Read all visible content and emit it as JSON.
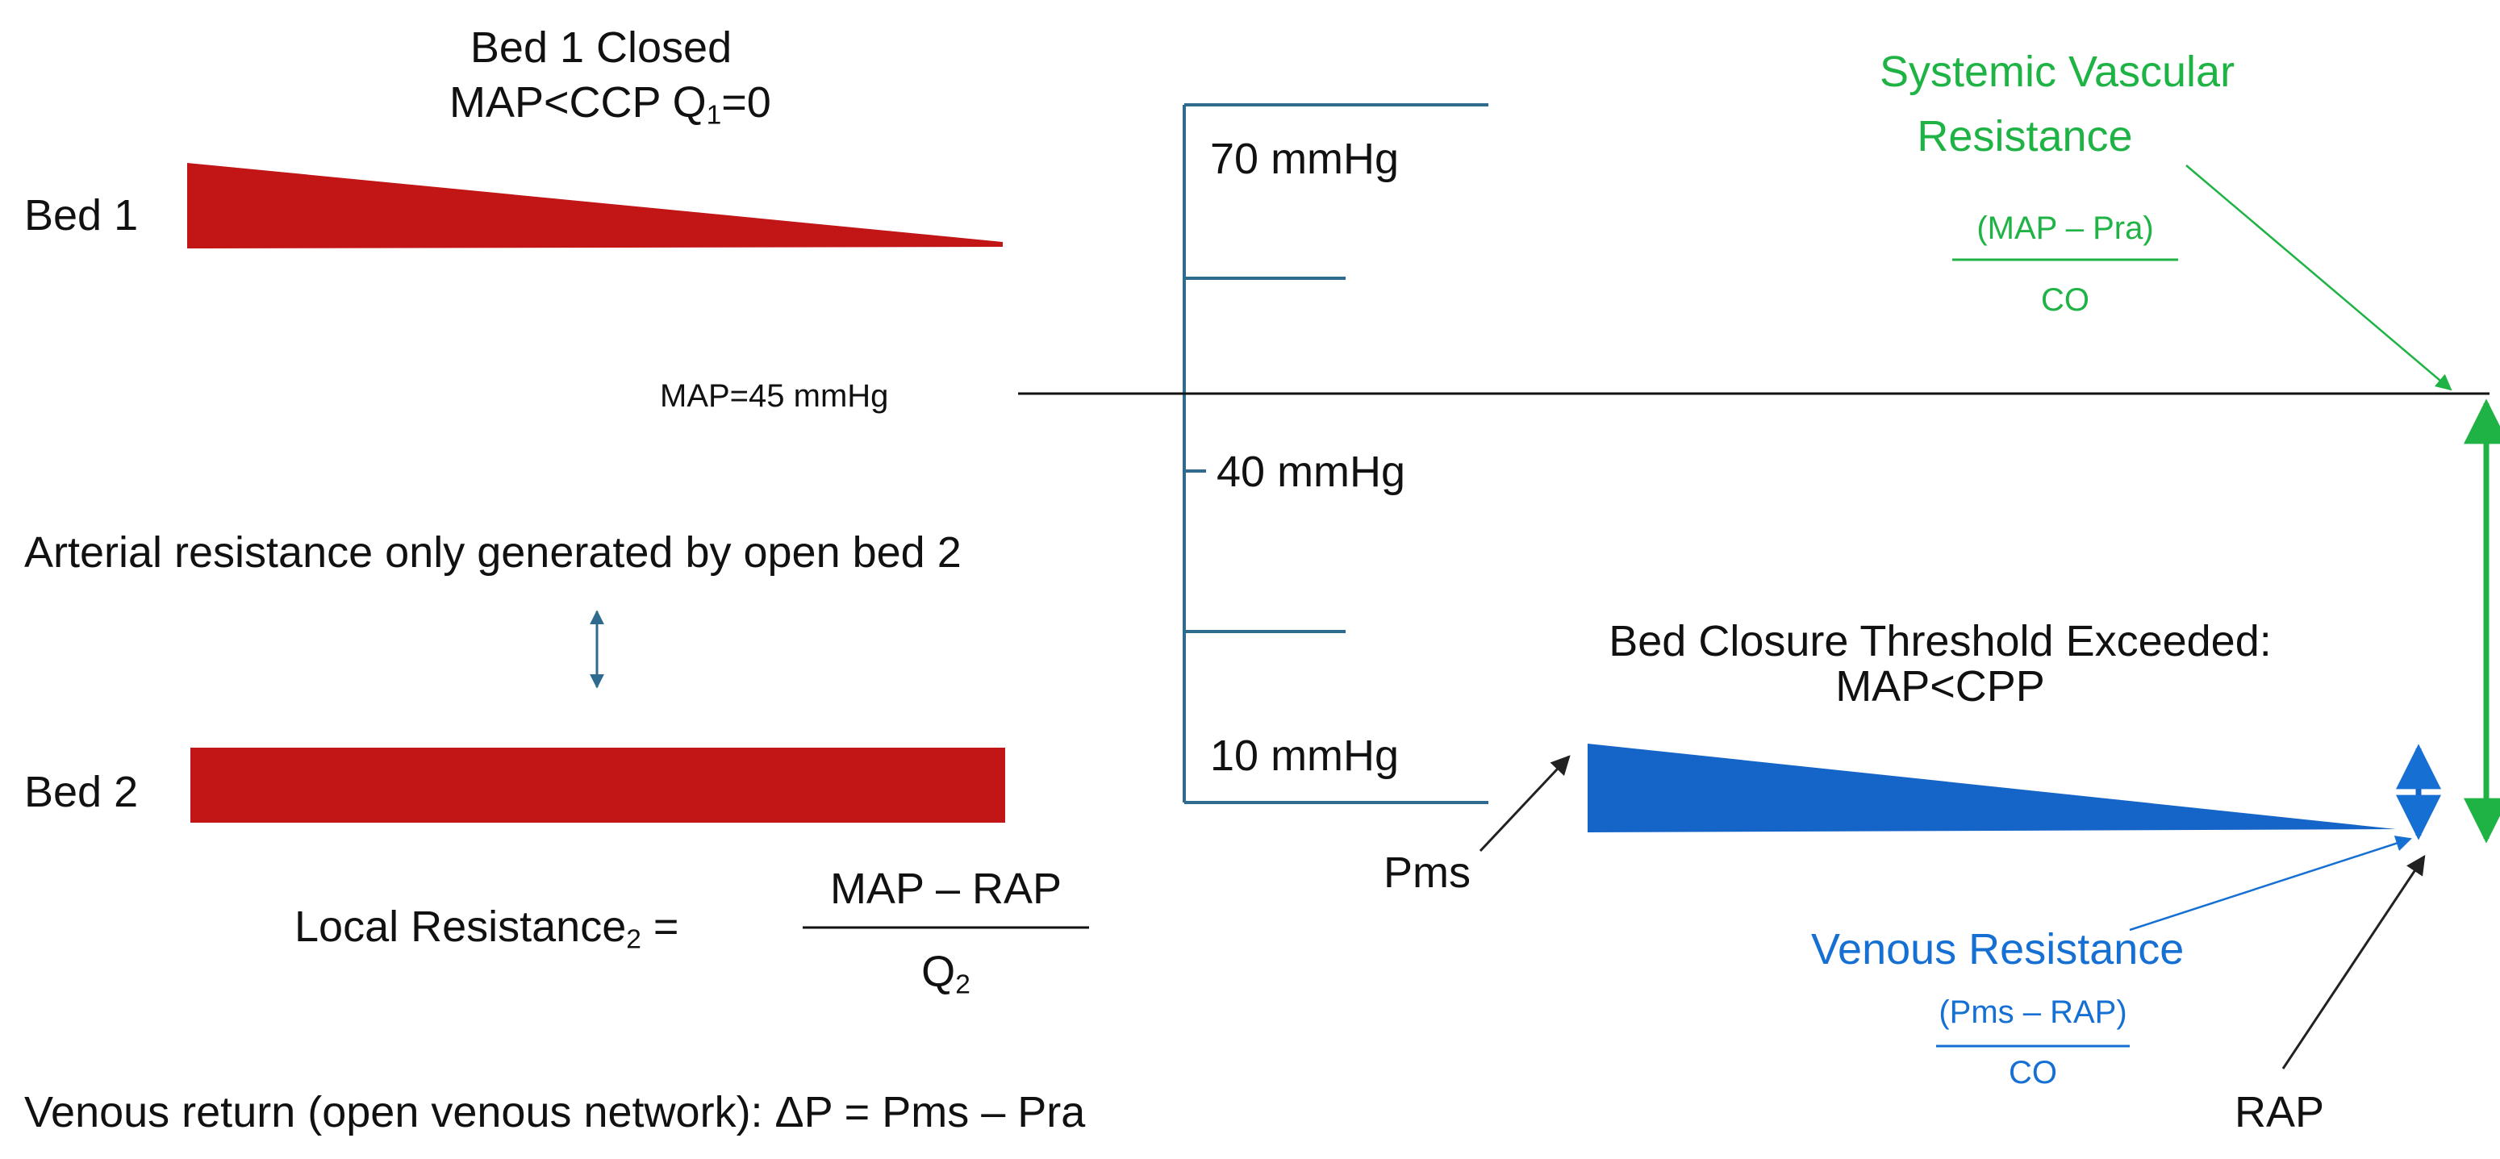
{
  "colors": {
    "bed": "#c21515",
    "venous": "#1565c8",
    "green": "#1fb345",
    "blue_text": "#1670d3",
    "scale": "#2f6b8e",
    "line": "#111111"
  },
  "bed1": {
    "title_line1": "Bed 1 Closed",
    "title_line2_prefix": "MAP<CCP  Q",
    "title_line2_sub": "1",
    "title_line2_suffix": "=0",
    "label": "Bed 1"
  },
  "bed2": {
    "label": "Bed 2"
  },
  "map_line_label": "MAP=45 mmHg",
  "arterial_note": "Arterial resistance only generated by open bed 2",
  "local_resistance": {
    "label_prefix": "Local Resistance",
    "label_sub": "2",
    "label_suffix": " =",
    "numerator": "MAP – RAP",
    "denominator_prefix": "Q",
    "denominator_sub": "2"
  },
  "venous_return": "Venous return (open venous network): ΔP = Pms – Pra",
  "pressure_scale": {
    "tick_70": "70 mmHg",
    "tick_40": "40 mmHg",
    "tick_10": "10 mmHg"
  },
  "svr": {
    "title_line1": "Systemic Vascular",
    "title_line2": "Resistance",
    "numerator": "(MAP – Pra)",
    "denominator": "CO"
  },
  "threshold": {
    "line1": "Bed Closure Threshold Exceeded:",
    "line2": "MAP<CPP"
  },
  "pms_label": "Pms",
  "rap_label": "RAP",
  "venous_resistance": {
    "title": "Venous Resistance",
    "numerator": "(Pms – RAP)",
    "denominator": "CO"
  }
}
